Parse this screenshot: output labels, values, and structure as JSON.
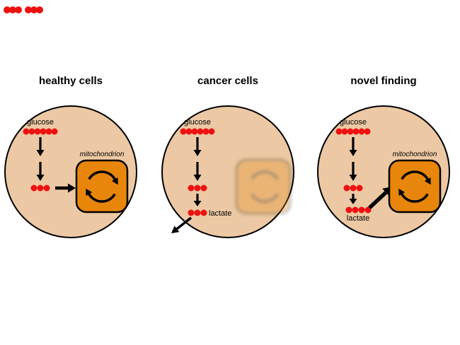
{
  "figure": {
    "panels": [
      {
        "title": "healthy cells",
        "glucose_label": "glucose",
        "mitochondrion_label": "mitochondrion"
      },
      {
        "title": "cancer cells",
        "glucose_label": "glucose",
        "lactate_label": "lactate"
      },
      {
        "title": "novel finding",
        "glucose_label": "glucose",
        "lactate_label": "lactate",
        "mitochondrion_label": "mitochondrion"
      }
    ],
    "colors": {
      "cell_fill": "#ecc9a4",
      "cell_stroke": "#000000",
      "molecule_red": "#ee1111",
      "mitochondrion_fill": "#e8860c",
      "arrow_black": "#000000",
      "background": "#ffffff"
    }
  }
}
